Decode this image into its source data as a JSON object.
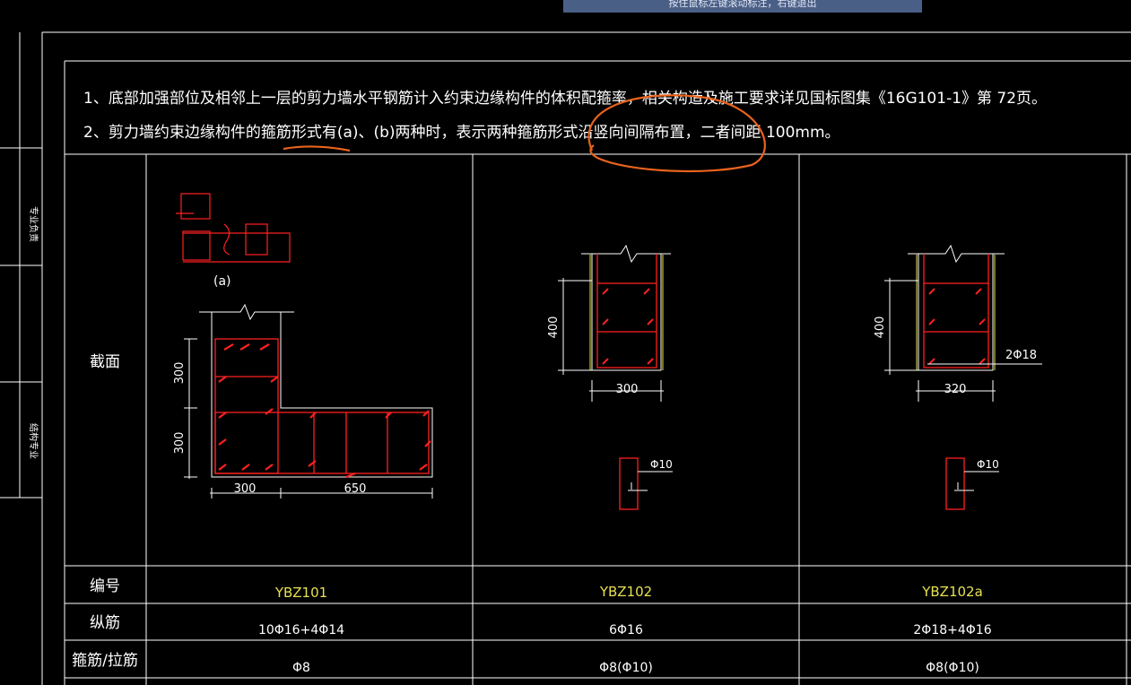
{
  "toast": {
    "text": "按住鼠标左键滚动标注，右键退出"
  },
  "notes": {
    "line1": "1、底部加强部位及相邻上一层的剪力墙水平钢筋计入约束边缘构件的体积配箍率，相关构造及施工要求详见国标图集《16G101-1》第 72页。",
    "line2": "2、剪力墙约束边缘构件的箍筋形式有(a)、(b)两种时，表示两种箍筋形式沿竖向间隔布置，二者间距 100mm。"
  },
  "side_labels": {
    "top": "专业负责",
    "bottom": "结构专业"
  },
  "row_labels": {
    "section": "截面",
    "id": "编号",
    "long_bar": "纵筋",
    "stirrup": "箍筋/拉筋"
  },
  "columns": [
    {
      "id": "YBZ101",
      "long_bar": "10Φ16+4Φ14",
      "stirrup": "Φ8",
      "sketch_label": "(a)",
      "dims": {
        "v1": "300",
        "v2": "300",
        "h1": "300",
        "h2": "650"
      }
    },
    {
      "id": "YBZ102",
      "long_bar": "6Φ16",
      "stirrup": "Φ8(Φ10)",
      "dims": {
        "height": "400",
        "width": "300"
      },
      "tie_label": "Φ10"
    },
    {
      "id": "YBZ102a",
      "long_bar": "2Φ18+4Φ16",
      "stirrup": "Φ8(Φ10)",
      "dims": {
        "height": "400",
        "width": "320"
      },
      "bar_label": "2Φ18",
      "tie_label": "Φ10"
    }
  ],
  "colors": {
    "background": "#000000",
    "grid": "#ffffff",
    "rebar": "#ff2020",
    "id_text": "#e6e050",
    "markup": "#e8631c",
    "toast": "#4a5f86"
  }
}
